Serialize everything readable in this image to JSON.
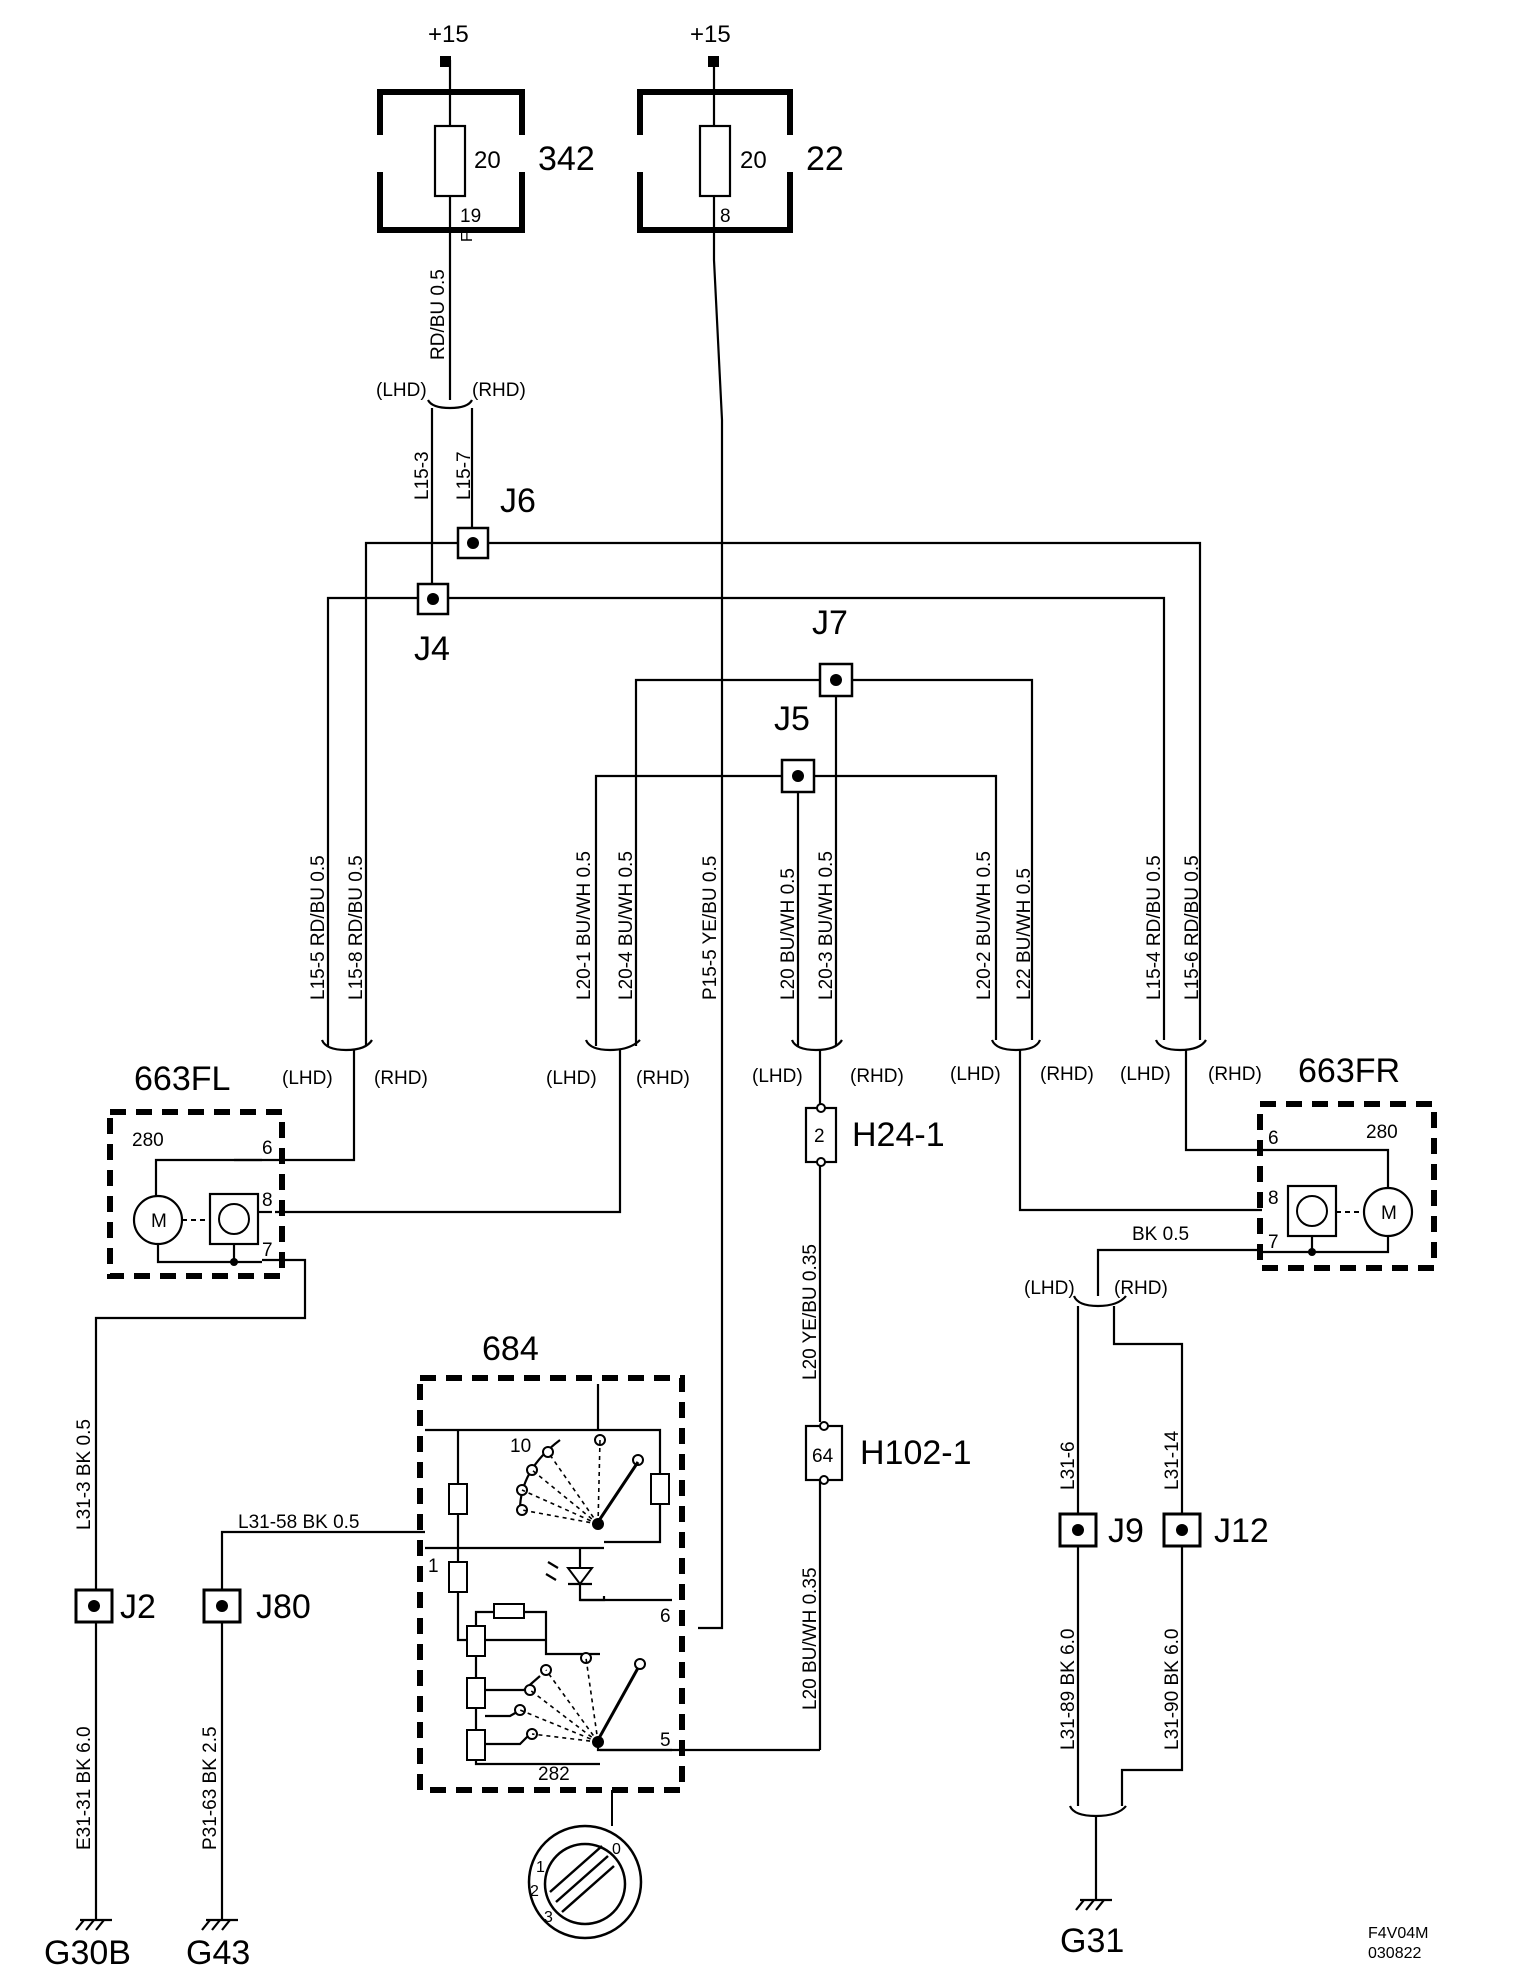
{
  "supplies": {
    "left": "+15",
    "right": "+15"
  },
  "fuses": [
    {
      "rating": "20",
      "id": "342",
      "pin": "19",
      "pin_mark": "F"
    },
    {
      "rating": "20",
      "id": "22",
      "pin": "8"
    }
  ],
  "junctions": [
    "J6",
    "J4",
    "J7",
    "J5",
    "J2",
    "J80",
    "J9",
    "J12"
  ],
  "connectors": [
    {
      "id": "H24-1",
      "pin": "2"
    },
    {
      "id": "H102-1",
      "pin": "64"
    }
  ],
  "components": {
    "motor_fl": {
      "id": "663FL",
      "num": "280",
      "pins": [
        "6",
        "8",
        "7"
      ],
      "motor": "M"
    },
    "motor_fr": {
      "id": "663FR",
      "num": "280",
      "pins": [
        "6",
        "8",
        "7"
      ],
      "motor": "M"
    },
    "switch": {
      "id": "684",
      "num_top": "10",
      "num_bottom": "282",
      "pins": [
        "1",
        "6",
        "5"
      ]
    }
  },
  "hand_labels": {
    "lhd": "(LHD)",
    "rhd": "(RHD)"
  },
  "wires": {
    "w_top": "RD/BU 0.5",
    "w_l15_3": "L15-3",
    "w_l15_7": "L15-7",
    "w_l15_5": "L15-5  RD/BU 0.5",
    "w_l15_8": "L15-8  RD/BU 0.5",
    "w_l20_1": "L20-1  BU/WH 0.5",
    "w_l20_4": "L20-4  BU/WH 0.5",
    "w_p15_5": "P15-5  YE/BU  0.5",
    "w_l20": "L20  BU/WH 0.5",
    "w_l20_3": "L20-3  BU/WH 0.5",
    "w_l20_2": "L20-2  BU/WH 0.5",
    "w_l22": "L22  BU/WH 0.5",
    "w_l15_4": "L15-4  RD/BU 0.5",
    "w_l15_6": "L15-6  RD/BU 0.5",
    "w_ye_bu": "L20  YE/BU  0.35",
    "w_bu_wh_035": "L20  BU/WH  0.35",
    "w_l31_3": "L31-3  BK  0.5",
    "w_l31_58": "L31-58 BK  0.5",
    "w_e31_31": "E31-31  BK  6.0",
    "w_p31_63": "P31-63  BK  2.5",
    "w_bk05": "BK   0.5",
    "w_l31_6": "L31-6",
    "w_l31_14": "L31-14",
    "w_l31_89": "L31-89  BK  6.0",
    "w_l31_90": "L31-90  BK  6.0"
  },
  "grounds": [
    "G30B",
    "G43",
    "G31"
  ],
  "dial_marks": [
    "0",
    "1",
    "2",
    "3"
  ],
  "doc_code": "F4V04M",
  "doc_date": "030822"
}
